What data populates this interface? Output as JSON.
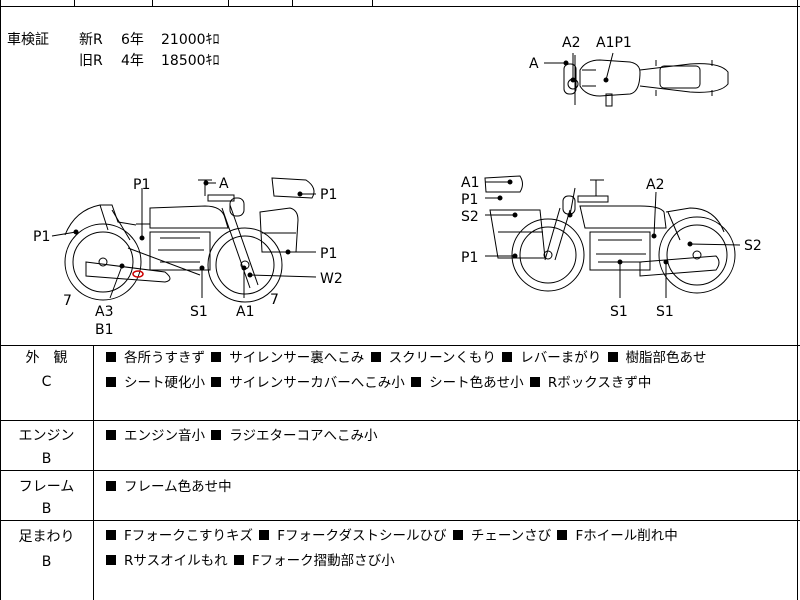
{
  "inspection": {
    "label": "車検証",
    "rows": [
      {
        "kind": "新R",
        "years": "6年",
        "price": "21000ｷﾛ"
      },
      {
        "kind": "旧R",
        "years": "4年",
        "price": "18500ｷﾛ"
      }
    ]
  },
  "top_view_labels": [
    "A",
    "A2",
    "A1P1"
  ],
  "left_view_labels": [
    "P1",
    "A",
    "P1",
    "P1",
    "P1",
    "W2",
    "7",
    "7",
    "A3",
    "B1",
    "S1",
    "A1"
  ],
  "right_view_labels": [
    "A1",
    "P1",
    "S2",
    "A2",
    "S2",
    "P1",
    "S1",
    "S1"
  ],
  "sections": [
    {
      "name": "外　観",
      "grade": "C",
      "items": [
        "各所うすきず",
        "サイレンサー裏へこみ",
        "スクリーンくもり",
        "レバーまがり",
        "樹脂部色あせ",
        "シート硬化小",
        "サイレンサーカバーへこみ小",
        "シート色あせ小",
        "Rボックスきず中"
      ]
    },
    {
      "name": "エンジン",
      "grade": "B",
      "items": [
        "エンジン音小",
        "ラジエターコアへこみ小"
      ]
    },
    {
      "name": "フレーム",
      "grade": "B",
      "items": [
        "フレーム色あせ中"
      ]
    },
    {
      "name": "足まわり",
      "grade": "B",
      "items": [
        "Fフォークこすりキズ",
        "Fフォークダストシールひび",
        "チェーンさび",
        "Fホイール削れ中",
        "Rサスオイルもれ",
        "Fフォーク摺動部さび小"
      ]
    }
  ]
}
